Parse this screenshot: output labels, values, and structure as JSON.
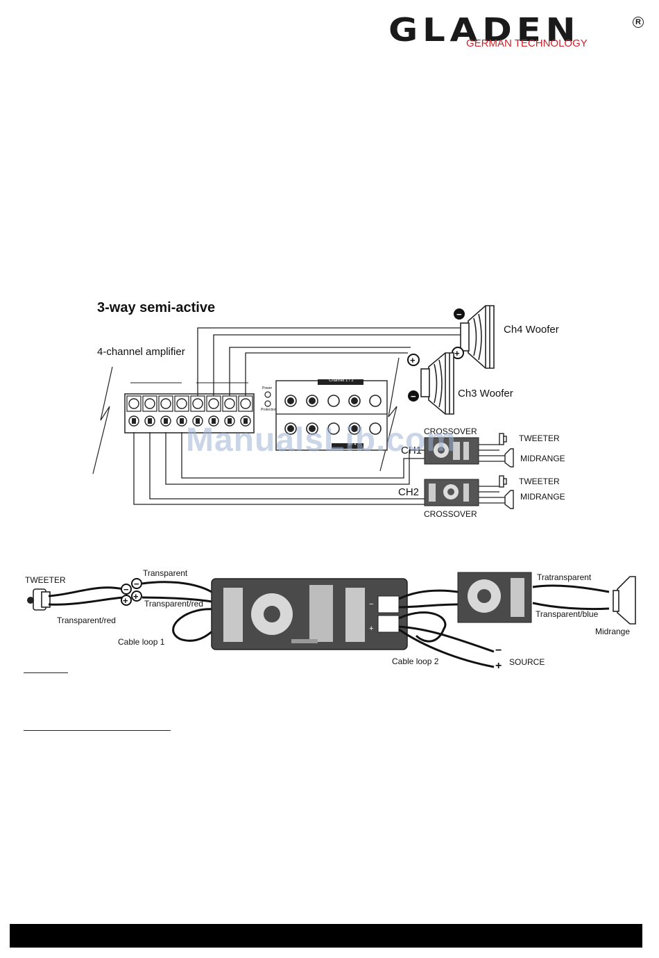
{
  "brand": {
    "name": "GLADEN",
    "tagline": "GERMAN TECHNOLOGY",
    "registered": "R",
    "accent_color": "#d0232a"
  },
  "diagram1": {
    "title": "3-way semi-active",
    "amplifier_label": "4-channel amplifier",
    "ch4_label": "Ch4 Woofer",
    "ch3_label": "Ch3 Woofer",
    "crossover_top": "CROSSOVER",
    "crossover_bottom": "CROSSOVER",
    "tweeter_1": "TWEETER",
    "midrange_1": "MIDRANGE",
    "tweeter_2": "TWEETER",
    "midrange_2": "MIDRANGE",
    "ch2_label": "CH2",
    "ch1_label": "CH1",
    "channel_panel_1": "Channel 1 / 2",
    "channel_panel_2": "3 / 4",
    "power_label": "Power",
    "protection_label": "Protection"
  },
  "diagram2": {
    "tweeter": "TWEETER",
    "transparent_1": "Transparent",
    "transparent_red_1": "Transparent/red",
    "transparent_red_2": "Transparent/red",
    "cable_loop_1": "Cable loop 1",
    "cable_loop_2": "Cable loop 2",
    "tratransparent": "Tratransparent",
    "transparent_blue": "Transparent/blue",
    "midrange": "Midrange",
    "source": "SOURCE",
    "minus": "−",
    "plus": "+"
  },
  "watermark": "ManualsLib.com"
}
